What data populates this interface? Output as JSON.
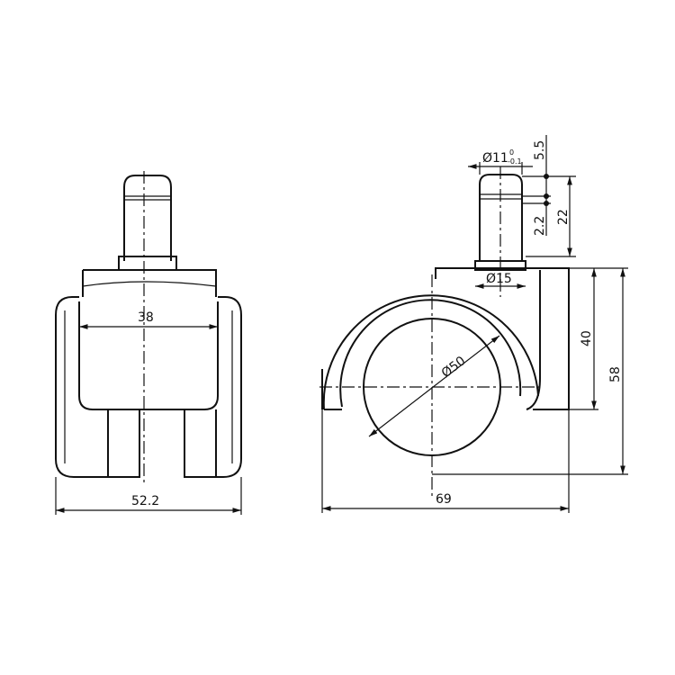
{
  "drawing": {
    "front_view": {
      "width_inner": "38",
      "width_overall": "52.2"
    },
    "side_view": {
      "stem_diameter": "Ø11",
      "stem_tol_upper": "0",
      "stem_tol_lower": "-0.1",
      "groove_top": "5.5",
      "groove_width": "2.2",
      "stem_length": "22",
      "collar_diameter": "Ø15",
      "wheel_diameter": "Ø50",
      "axle_height": "40",
      "overall_height": "58",
      "overall_length": "69"
    },
    "line_color": "#111111"
  }
}
